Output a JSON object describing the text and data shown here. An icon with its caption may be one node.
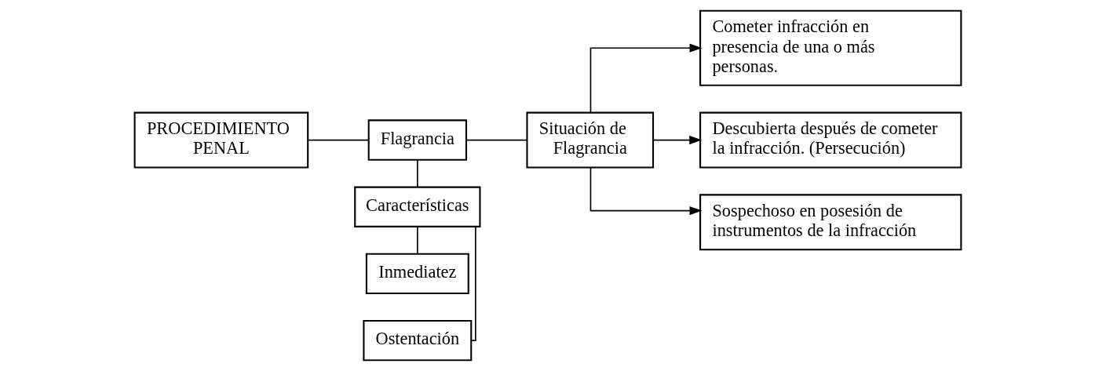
{
  "diagram": {
    "nodes": [
      {
        "text": [
          "PROCEDIMIENTO PENAL"
        ]
      },
      {
        "text": [
          "Flagrancia"
        ]
      },
      {
        "text": [
          "Situación de Flagrancia"
        ]
      },
      {
        "text": [
          "Cometer infracción en presencia de una o más personas."
        ]
      },
      {
        "text": [
          "Descubierta después de cometer la infracción. (Persecución)"
        ]
      },
      {
        "text": [
          "Sospechoso en posesión de instrumentos de la infracción"
        ]
      },
      {
        "text": [
          "Características"
        ]
      },
      {
        "text": [
          "Ostentación"
        ]
      },
      {
        "text": [
          "Inmediatez"
        ]
      }
    ],
    "edges": [
      {
        "from": 0,
        "to": 1,
        "arrow": "none"
      },
      {
        "from": 1,
        "to": 2,
        "arrow": "none"
      },
      {
        "from": 2,
        "to": 3,
        "arrow": "to"
      },
      {
        "from": 2,
        "to": 4,
        "arrow": "to"
      },
      {
        "from": 2,
        "to": 5,
        "arrow": "to"
      },
      {
        "from": 1,
        "to": 6,
        "arrow": "none"
      },
      {
        "from": 6,
        "to": 7,
        "arrow": "none"
      },
      {
        "from": 6,
        "to": 8,
        "arrow": "none"
      }
    ]
  }
}
